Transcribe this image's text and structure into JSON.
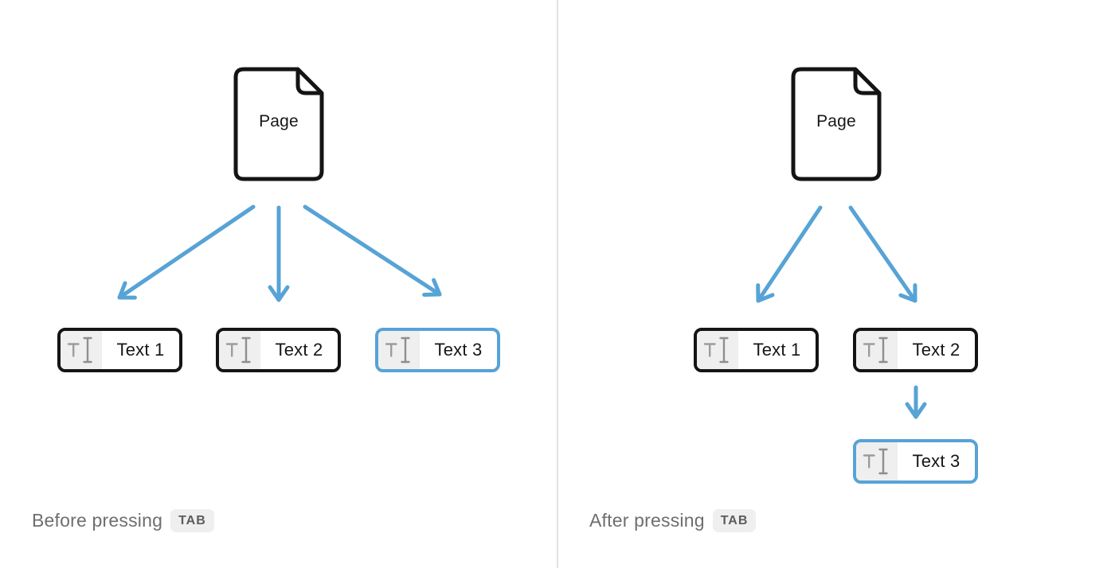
{
  "colors": {
    "accent_blue": "#57a3d6",
    "outline_black": "#141414",
    "icon_gray": "#949494",
    "icon_cell_gray": "#efefef",
    "caption_gray": "#6e6e6e",
    "badge_bg": "#efefef",
    "badge_text": "#5c5c5c",
    "divider_gray": "#e2e2e2",
    "background": "#ffffff"
  },
  "panels": [
    {
      "name": "before",
      "page": {
        "label": "Page"
      },
      "blocks": [
        {
          "label": "Text 1",
          "highlighted": false
        },
        {
          "label": "Text 2",
          "highlighted": false
        },
        {
          "label": "Text 3",
          "highlighted": true
        }
      ],
      "connections": [
        {
          "from": "Page",
          "to": "Text 1"
        },
        {
          "from": "Page",
          "to": "Text 2"
        },
        {
          "from": "Page",
          "to": "Text 3"
        }
      ],
      "caption": {
        "text": "Before pressing",
        "key": "TAB"
      }
    },
    {
      "name": "after",
      "page": {
        "label": "Page"
      },
      "blocks": [
        {
          "label": "Text 1",
          "highlighted": false
        },
        {
          "label": "Text 2",
          "highlighted": false
        },
        {
          "label": "Text 3",
          "highlighted": true
        }
      ],
      "connections": [
        {
          "from": "Page",
          "to": "Text 1"
        },
        {
          "from": "Page",
          "to": "Text 2"
        },
        {
          "from": "Text 2",
          "to": "Text 3"
        }
      ],
      "caption": {
        "text": "After pressing",
        "key": "TAB"
      }
    }
  ]
}
